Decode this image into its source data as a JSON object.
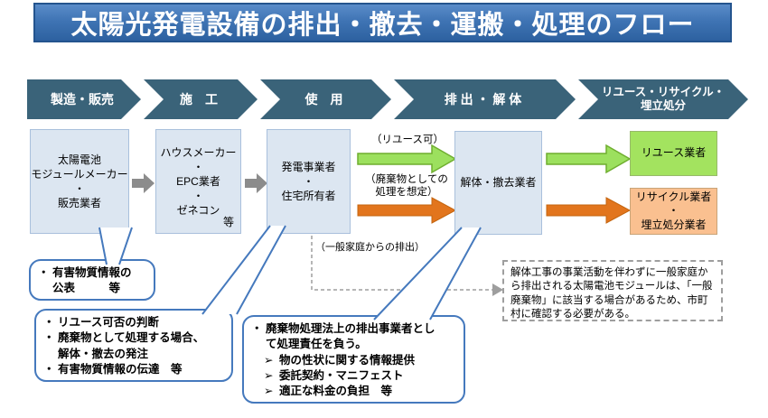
{
  "title": "太陽光発電設備の排出・撤去・運搬・処理のフロー",
  "colors": {
    "banner_top": "#5a8cc9",
    "banner_bottom": "#2d61a0",
    "banner_border": "#24548e",
    "chevron": "#3a6379",
    "box_fill": "#dce6f1",
    "box_border": "#a9c0dc",
    "green_arrow": "#9ce05e",
    "green_arrow_border": "#6fae2f",
    "orange_arrow": "#e2751d",
    "green_box": "#a3e35f",
    "orange_box": "#fac090",
    "gray_arrow": "#8c8c8c",
    "callout_blue": "#4579bd",
    "dash_gray": "#9e9e9e"
  },
  "bullets": {
    "dot": "・",
    "arrow": "➢"
  },
  "stages": [
    {
      "label": "製造・販売"
    },
    {
      "label": "施　工"
    },
    {
      "label": "使　用"
    },
    {
      "label": "排 出 ・ 解 体"
    },
    {
      "label": "リユース・リサイクル・埋立処分"
    }
  ],
  "entities": {
    "manufacturer": "太陽電池\nモジュールメーカー\n・\n販売業者",
    "builder": "ハウスメーカー\n・\nEPC業者\n・\nゼネコン",
    "builder_etc": "等",
    "owner": "発電事業者\n・\n住宅所有者",
    "demolisher": "解体・撤去業者",
    "reuse": "リユース業者",
    "recycle": "リサイクル業者\n・\n埋立処分業者"
  },
  "flow_labels": {
    "reuse_ok": "（リユース可）",
    "as_waste": "（廃棄物としての\n処理を想定）",
    "household": "（一般家庭からの排出）"
  },
  "callouts": {
    "manufacturer": {
      "items": [
        "有害物質情報の\n公表　　　等"
      ]
    },
    "owner": {
      "items": [
        "リユース可否の判断",
        "廃棄物として処理する場合、\n解体・撤去の発注",
        "有害物質情報の伝達　等"
      ]
    },
    "demolisher": {
      "lead": "廃棄物処理法上の排出事業者とし\nて処理責任を負う。",
      "subitems": [
        "物の性状に関する情報提供",
        "委託契約・マニフェスト",
        "適正な料金の負担　等"
      ]
    }
  },
  "note": "解体工事の事業活動を伴わずに一般家庭から排出される太陽電池モジュールは、「一般廃棄物」に該当する場合があるため、市町村に確認する必要がある。"
}
